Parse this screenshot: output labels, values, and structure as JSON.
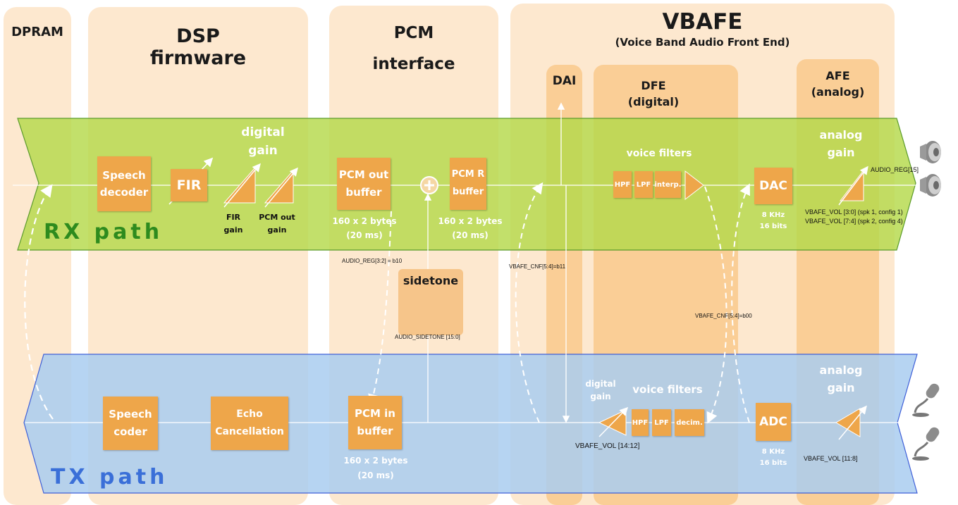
{
  "columns": {
    "dpram": "DPRAM",
    "dsp": [
      "DSP",
      "firmware"
    ],
    "pcm": [
      "PCM",
      "interface"
    ],
    "vbafe": "VBAFE",
    "vbafe_sub": "(Voice Band Audio Front End)",
    "dai": "DAI",
    "dfe": [
      "DFE",
      "(digital)"
    ],
    "afe": [
      "AFE",
      "(analog)"
    ]
  },
  "rx": {
    "label": "RX path",
    "speech_decoder": [
      "Speech",
      "decoder"
    ],
    "fir": "FIR",
    "digital_gain": [
      "digital",
      "gain"
    ],
    "fir_gain": [
      "FIR",
      "gain"
    ],
    "pcm_out_gain": [
      "PCM out",
      "gain"
    ],
    "pcm_out_buffer": [
      "PCM out",
      "buffer"
    ],
    "pcm_out_size": [
      "160 x 2 bytes",
      "(20 ms)"
    ],
    "pcm_r_buffer": [
      "PCM R",
      "buffer"
    ],
    "pcm_r_size": [
      "160 x 2 bytes",
      "(20 ms)"
    ],
    "voice_filters": "voice filters",
    "hpf": "HPF",
    "lpf": "LPF",
    "interp": "interp.",
    "dac": "DAC",
    "dac_spec": [
      "8 KHz",
      "16 bits"
    ],
    "analog_gain": [
      "analog",
      "gain"
    ],
    "audio_reg15": "AUDIO_REG[15]",
    "vol1": "VBAFE_VOL [3:0] (spk 1, config 1)",
    "vol2": "VBAFE_VOL [7:4] (spk 2, config 4)"
  },
  "mid": {
    "audio_reg32": "AUDIO_REG[3:2] = b10",
    "vbafe_cnf_b11": "VBAFE_CNF[5:4]=b11",
    "sidetone": "sidetone",
    "audio_sidetone": "AUDIO_SIDETONE [15:0]",
    "vbafe_cnf_b00": "VBAFE_CNF[5:4]=b00"
  },
  "tx": {
    "label": "TX path",
    "speech_coder": [
      "Speech",
      "coder"
    ],
    "echo": [
      "Echo",
      "Cancellation"
    ],
    "pcm_in_buffer": [
      "PCM in",
      "buffer"
    ],
    "pcm_in_size": [
      "160 x 2 bytes",
      "(20 ms)"
    ],
    "digital_gain": [
      "digital",
      "gain"
    ],
    "voice_filters": "voice filters",
    "hpf": "HPF",
    "lpf": "LPF",
    "decim": "decim.",
    "vol_1412": "VBAFE_VOL [14:12]",
    "adc": "ADC",
    "adc_spec": [
      "8 KHz",
      "16 bits"
    ],
    "analog_gain": [
      "analog",
      "gain"
    ],
    "vol_118": "VBAFE_VOL [11:8]"
  },
  "colors": {
    "column": "#fde8cf",
    "column_inner": "#f9c98c",
    "block": "#eea64a",
    "rx_band": "#b5d94a",
    "rx_label": "#2e8b1e",
    "tx_band": "#a9cdf0",
    "tx_label": "#3a6fd8"
  },
  "icons": [
    "speaker-icon",
    "speaker-icon",
    "microphone-icon",
    "microphone-icon"
  ]
}
